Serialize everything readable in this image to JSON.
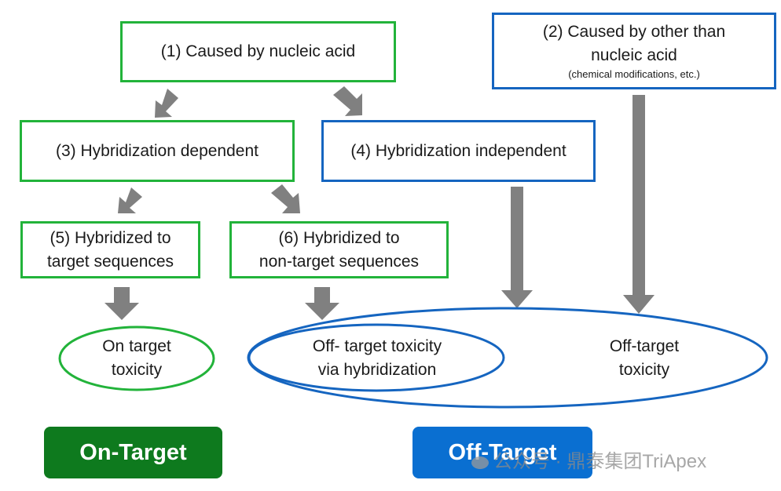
{
  "boxes": {
    "b1": {
      "line1": "(1) Caused by nucleic acid"
    },
    "b2": {
      "line1": "(2) Caused by other than",
      "line2": "nucleic acid",
      "note": "(chemical modifications, etc.)"
    },
    "b3": {
      "line1": "(3) Hybridization dependent"
    },
    "b4": {
      "line1": "(4) Hybridization independent"
    },
    "b5": {
      "line1": "(5) Hybridized to",
      "line2": "target sequences"
    },
    "b6": {
      "line1": "(6) Hybridized to",
      "line2": "non-target sequences"
    }
  },
  "ovals": {
    "on_target": {
      "line1": "On target",
      "line2": "toxicity"
    },
    "off_hybrid": {
      "line1": "Off- target toxicity",
      "line2": "via hybridization"
    },
    "off_target": {
      "line1": "Off-target",
      "line2": "toxicity"
    }
  },
  "badges": {
    "on": "On-Target",
    "off": "Off-Target"
  },
  "watermark": "公众号 · 鼎泰集团TriApex",
  "colors": {
    "green_border": "#22b33a",
    "blue_border": "#1565c0",
    "arrow": "#808080",
    "badge_green": "#0e7a1e",
    "badge_blue": "#0a6fd1"
  }
}
